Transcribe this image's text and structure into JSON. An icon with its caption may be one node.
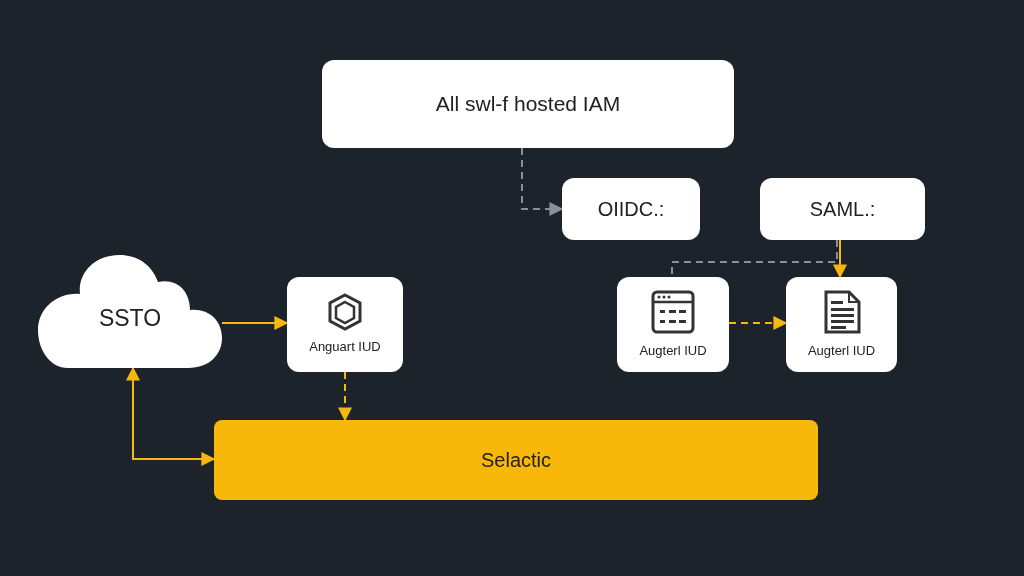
{
  "diagram": {
    "nodes": [
      {
        "text": [
          "All swl-f hosted IAM"
        ]
      },
      {
        "text": [
          "OIIDC.:"
        ]
      },
      {
        "text": [
          "SAML.:"
        ]
      },
      {
        "text": [
          "SSTO"
        ]
      },
      {
        "text": [
          "Anguart IUD"
        ]
      },
      {
        "text": [
          "Augterl IUD"
        ]
      },
      {
        "text": [
          "Augterl IUD"
        ]
      },
      {
        "text": [
          "Selactic"
        ]
      }
    ],
    "edges": [
      {
        "from": 0,
        "to": 1,
        "arrow": "to",
        "style": "dashed",
        "color": "#8a9099"
      },
      {
        "from": 2,
        "to": 6,
        "arrow": "to"
      },
      {
        "from": 2,
        "to": 5,
        "arrow": "none",
        "style": "dashed",
        "color": "#8a9099"
      },
      {
        "from": 3,
        "to": 4,
        "arrow": "to"
      },
      {
        "from": 4,
        "to": 7,
        "arrow": "to",
        "style": "dashed"
      },
      {
        "from": 5,
        "to": 6,
        "arrow": "to",
        "style": "dashed"
      },
      {
        "from": 3,
        "to": 7,
        "arrow": "both"
      }
    ]
  }
}
